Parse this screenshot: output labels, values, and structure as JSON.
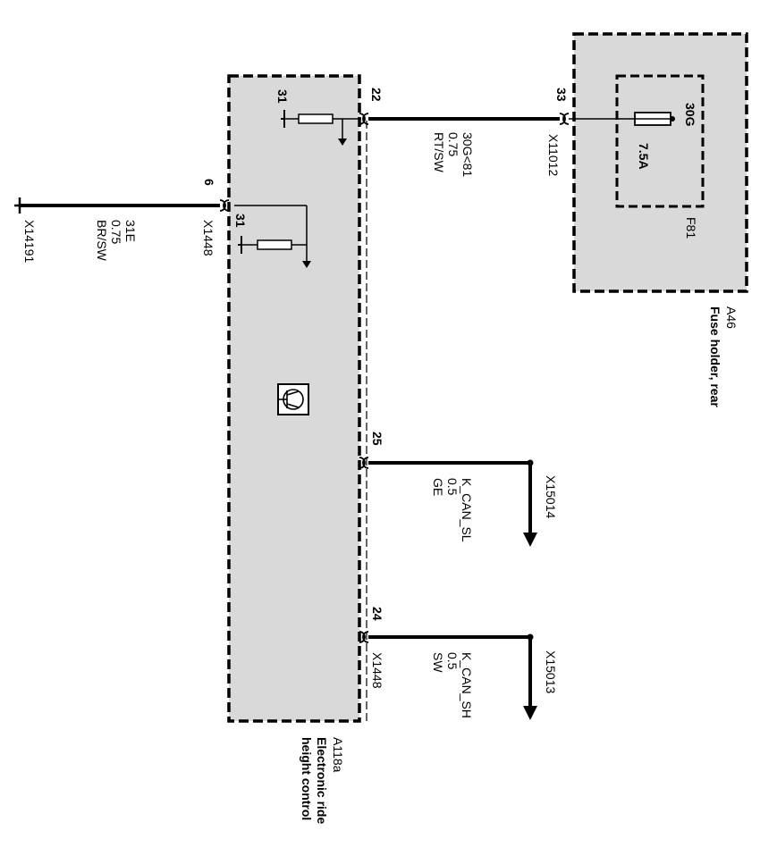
{
  "diagram": {
    "module_a118a": {
      "id": "A118a",
      "name_line1": "Electronic ride",
      "name_line2": "height control"
    },
    "fuse_holder": {
      "id": "A46",
      "name": "Fuse holder, rear",
      "fuse_id": "F81",
      "fuse_rating": "7.5A",
      "fuse_terminal": "30G"
    },
    "pins": {
      "p22": "22",
      "p33": "33",
      "p6": "6",
      "p25": "25",
      "p24": "24",
      "ground_31_top": "31",
      "ground_31_mid": "31"
    },
    "connectors": {
      "x11012": "X11012",
      "x1448_top": "X1448",
      "x1448_bottom": "X1448",
      "x14191": "X14191",
      "x15014": "X15014",
      "x15013": "X15013"
    },
    "wires": {
      "supply": {
        "signal": "30G<81",
        "gauge": "0.75",
        "color": "RT/SW"
      },
      "ground": {
        "signal": "31E",
        "gauge": "0.75",
        "color": "BR/SW"
      },
      "can_low": {
        "signal": "K_CAN_SL",
        "gauge": "0.5",
        "color": "GE"
      },
      "can_high": {
        "signal": "K_CAN_SH",
        "gauge": "0.5",
        "color": "SW"
      }
    },
    "colors": {
      "module_fill": "#d9d9d9",
      "line": "#000000",
      "background": "#ffffff"
    }
  }
}
